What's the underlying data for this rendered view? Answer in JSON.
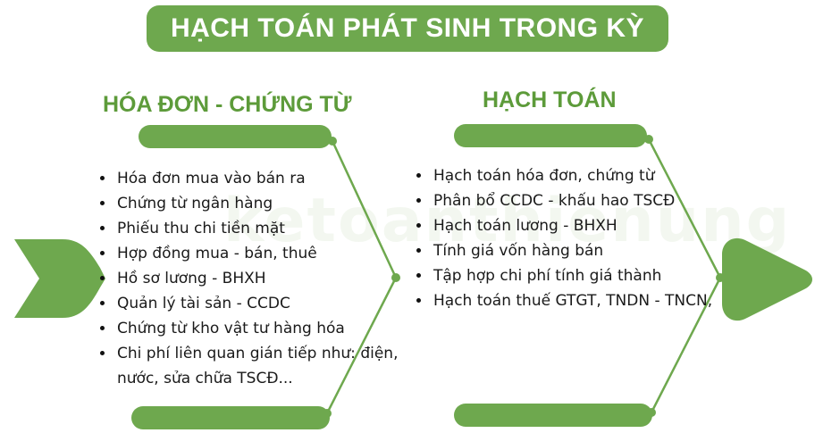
{
  "title": "HẠCH TOÁN PHÁT SINH TRONG KỲ",
  "left_column": {
    "heading": "HÓA ĐƠN - CHỨNG TỪ",
    "items": [
      "Hóa đơn mua vào bán ra",
      "Chứng từ ngân hàng",
      "Phiếu thu chi tiền mặt",
      "Hợp đồng mua - bán, thuê",
      "Hồ sơ lương -  BHXH",
      "Quản lý tài sản - CCDC",
      "Chứng từ kho vật tư hàng hóa",
      "Chi phí liên quan gián tiếp như: điện, nước, sửa chữa TSCĐ..."
    ]
  },
  "right_column": {
    "heading": "HẠCH TOÁN",
    "items": [
      "Hạch toán hóa đơn, chứng từ",
      "Phân bổ CCDC - khấu hao TSCĐ",
      "Hạch toán lương - BHXH",
      "Tính giá vốn hàng bán",
      "Tập hợp chi phí tính giá thành",
      "Hạch toán thuế GTGT, TNDN - TNCN,"
    ]
  },
  "watermark": "ketoanthienung",
  "colors": {
    "accent": "#6ea84e",
    "heading_text": "#5d9b3a",
    "body_text": "#1a1a1a",
    "background": "#ffffff"
  }
}
